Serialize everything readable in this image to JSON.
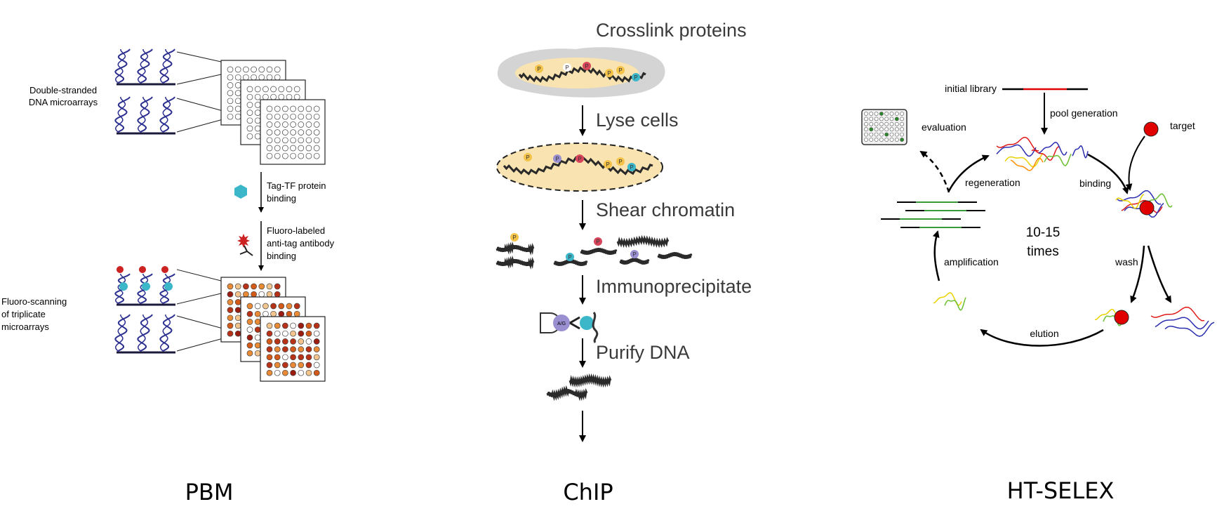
{
  "pbm": {
    "label_arrays": [
      "Double-stranded",
      "DNA microarrays"
    ],
    "label_binding": [
      "Tag-TF protein",
      "binding"
    ],
    "label_antibody": [
      "Fluoro-labeled",
      "anti-tag antibody",
      "binding"
    ],
    "label_scanning": [
      "Fluoro-scanning",
      "of triplicate",
      "microarrays"
    ],
    "caption": "PBM"
  },
  "chip": {
    "steps": [
      "Crosslink proteins",
      "Lyse cells",
      "Shear chromatin",
      "Immunoprecipitate",
      "Purify DNA"
    ],
    "protein_letter": "P",
    "bead_label": "A/G",
    "caption": "ChIP"
  },
  "selex": {
    "initial_library": "initial library",
    "pool_generation": "pool generation",
    "target": "target",
    "evaluation": "evaluation",
    "regeneration": "regeneration",
    "binding": "binding",
    "wash": "wash",
    "elution": "elution",
    "amplification": "amplification",
    "cycles": [
      "10-15",
      "times"
    ],
    "caption": "HT-SELEX"
  },
  "colors": {
    "dna_blue": "#2b2f8f",
    "tf_cyan": "#3cb6c9",
    "fluor_red": "#cc2222",
    "nucleus_yellow": "#f9e3b0",
    "cell_gray": "#d4d4d4",
    "target_red": "#e00000",
    "amplicon_green": "#3a9a3a"
  }
}
